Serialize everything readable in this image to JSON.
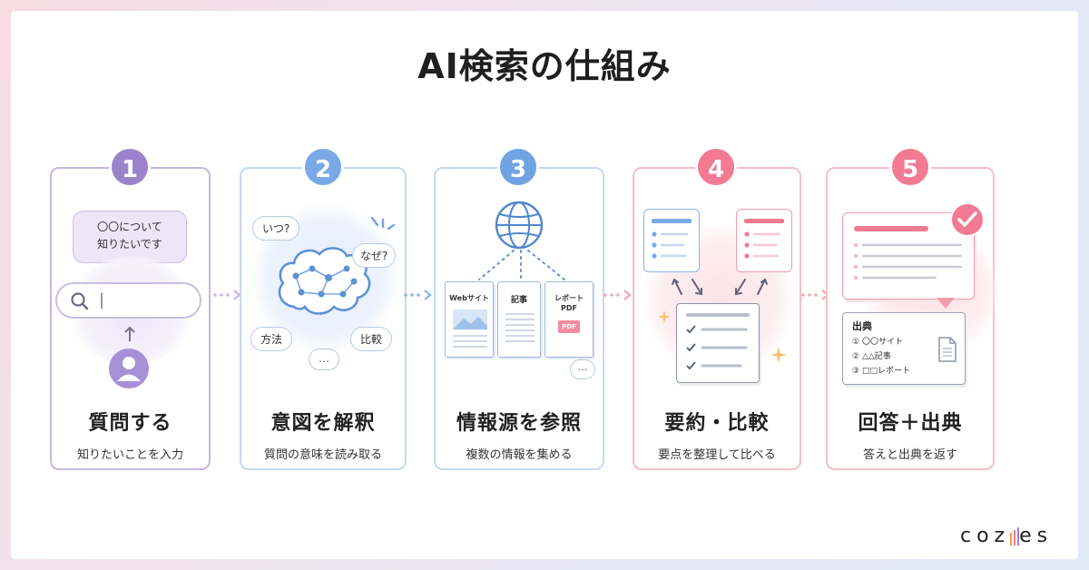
{
  "title": "AI検索の仕組み",
  "logo": {
    "text_left": "coz",
    "text_right": "es"
  },
  "steps": [
    {
      "number": "1",
      "title": "質問する",
      "subtitle": "知りたいことを入力",
      "bubble_line1": "〇〇について",
      "bubble_line2": "知りたいです",
      "search_cursor": "|",
      "color": "#9b83cc"
    },
    {
      "number": "2",
      "title": "意図を解釈",
      "subtitle": "質問の意味を読み取る",
      "bubbles": [
        "いつ?",
        "なぜ?",
        "方法",
        "比較",
        "…"
      ],
      "color": "#7aa8e6"
    },
    {
      "number": "3",
      "title": "情報源を参照",
      "subtitle": "複数の情報を集める",
      "docs": [
        "Webサイト",
        "記事",
        "レポート",
        "PDF"
      ],
      "pdf_tag": "PDF",
      "color": "#6fa3e3"
    },
    {
      "number": "4",
      "title": "要約・比較",
      "subtitle": "要点を整理して比べる",
      "color": "#f27a93"
    },
    {
      "number": "5",
      "title": "回答＋出典",
      "subtitle": "答えと出典を返す",
      "source_title": "出典",
      "sources": [
        {
          "num": "①",
          "text": "〇〇サイト"
        },
        {
          "num": "②",
          "text": "△△記事"
        },
        {
          "num": "③",
          "text": "□□レポート"
        }
      ],
      "color": "#f27a93"
    }
  ]
}
